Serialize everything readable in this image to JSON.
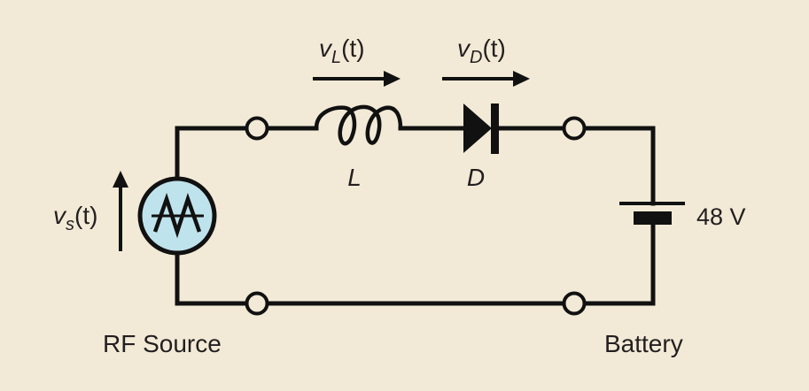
{
  "diagram": {
    "source": {
      "label": "RF Source",
      "voltage_var": "v",
      "voltage_sub": "s",
      "voltage_arg": "(t)",
      "fill": "#bfe3ec"
    },
    "inductor": {
      "label": "L",
      "voltage_var": "v",
      "voltage_sub": "L",
      "voltage_arg": "(t)"
    },
    "diode": {
      "label": "D",
      "voltage_var": "v",
      "voltage_sub": "D",
      "voltage_arg": "(t)"
    },
    "battery": {
      "label": "Battery",
      "value": "48 V"
    },
    "background": "#f2ead6"
  }
}
